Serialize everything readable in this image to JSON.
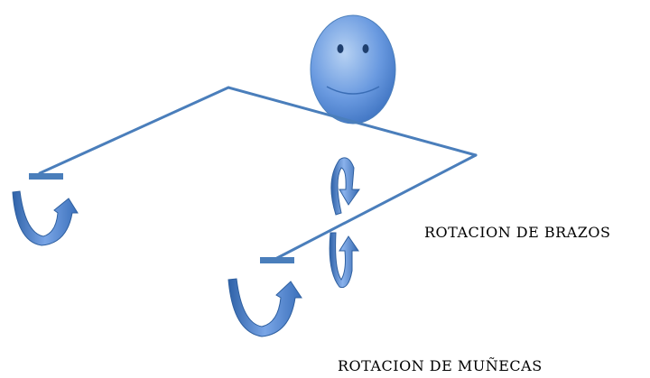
{
  "labels": {
    "arm_rotation": "ROTACION DE BRAZOS",
    "wrist_rotation": "ROTACION DE MUÑECAS"
  },
  "colors": {
    "line": "#4a7ebb",
    "head_light": "#a9c8ef",
    "head_dark": "#3f78c9",
    "arrow_light": "#6e9be0",
    "arrow_dark": "#2e5f9f",
    "text": "#000000"
  },
  "icons": {
    "head": "smiley-face",
    "arrows": "curved-rotation-arrow"
  }
}
